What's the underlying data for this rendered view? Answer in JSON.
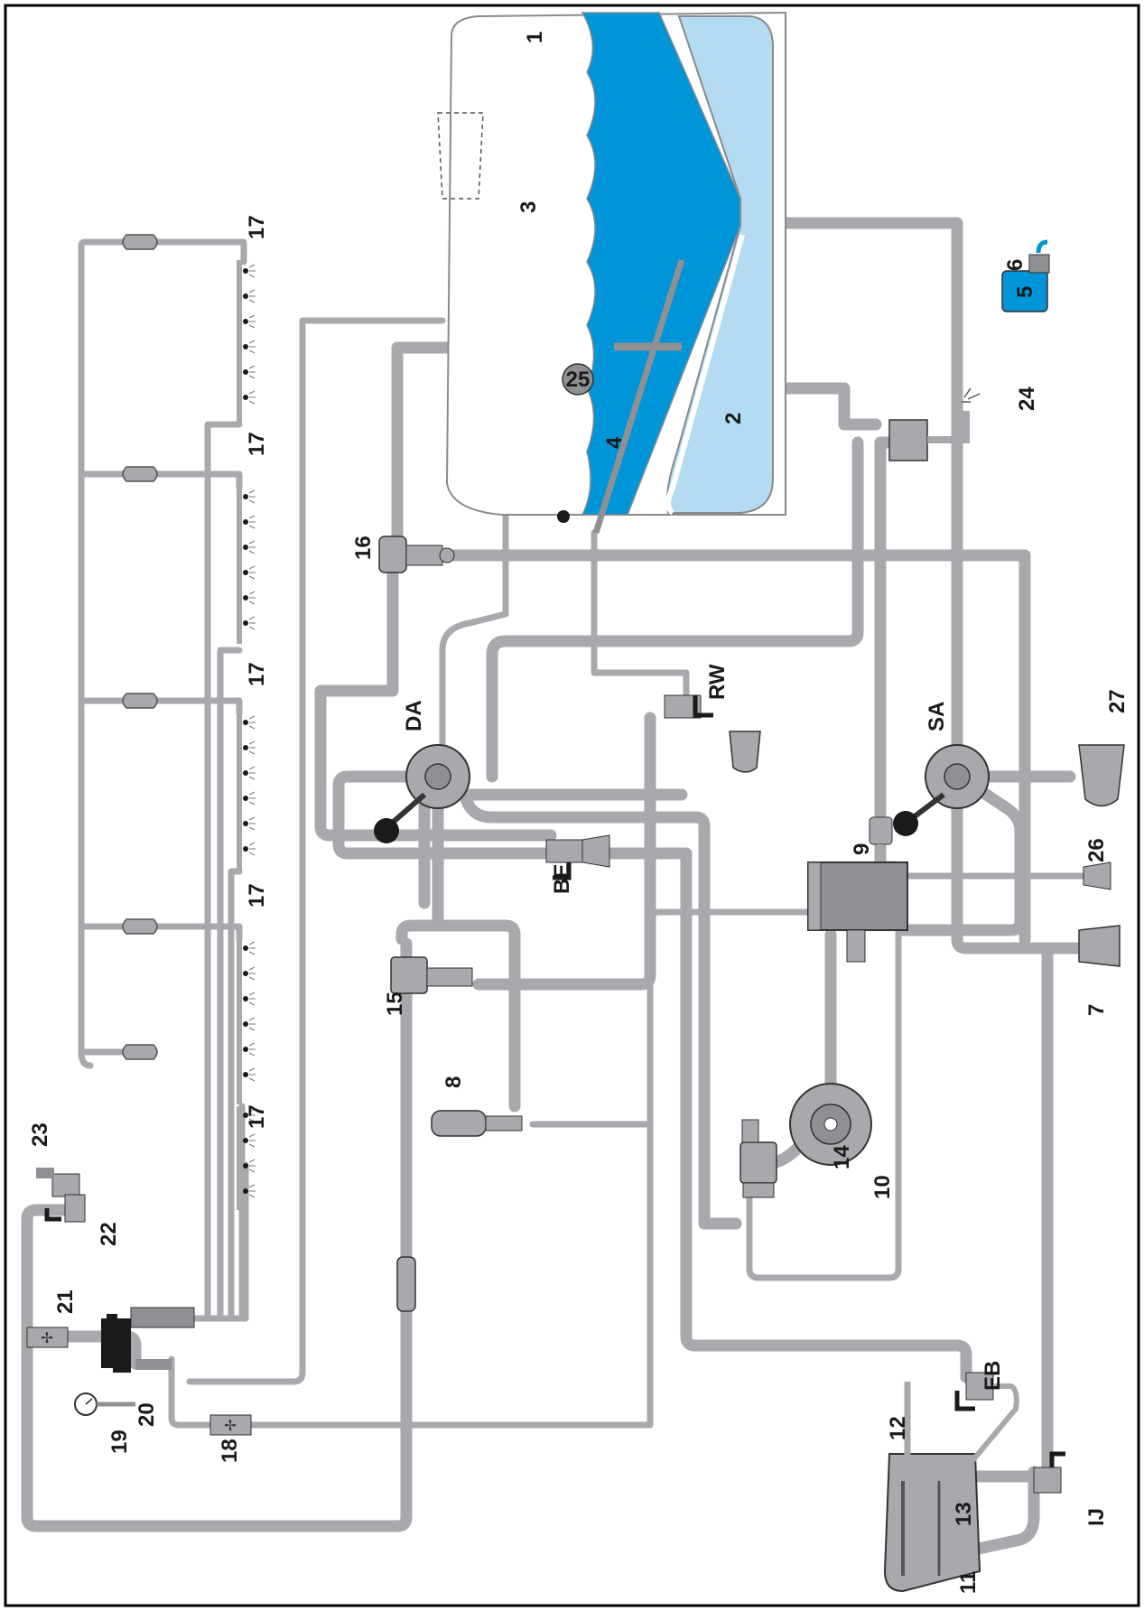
{
  "colors": {
    "pipe": "#a7a9ac",
    "pipe_dark": "#8e9093",
    "water_main": "#0094d8",
    "water_rinse": "#b3dcf3",
    "tank_outline": "#8a8a8a",
    "black": "#1a1a1a",
    "white": "#ffffff"
  },
  "labels": {
    "l1": "1",
    "l2": "2",
    "l3": "3",
    "l4": "4",
    "l5": "5",
    "l6": "6",
    "l7": "7",
    "l8": "8",
    "l9": "9",
    "l10": "10",
    "l11": "11",
    "l12": "12",
    "l13": "13",
    "l14": "14",
    "l15": "15",
    "l16": "16",
    "l17a": "17",
    "l17b": "17",
    "l17c": "17",
    "l17d": "17",
    "l17e": "17",
    "l18": "18",
    "l19": "19",
    "l20": "20",
    "l21": "21",
    "l22": "22",
    "l23": "23",
    "l24": "24",
    "l25": "25",
    "l26": "26",
    "l27": "27",
    "lDA": "DA",
    "lSA": "SA",
    "lRW": "RW",
    "lBE": "BE",
    "lEB": "EB",
    "lIJ": "IJ"
  },
  "icons": {
    "nozzle": "nozzle-icon",
    "fan": "fan-icon",
    "gauge": "pressure-gauge-icon",
    "valve_handle": "valve-handle-icon",
    "filter": "filter-icon",
    "pump": "pump-icon",
    "spray_gun": "spray-gun-icon",
    "funnel": "funnel-icon"
  }
}
